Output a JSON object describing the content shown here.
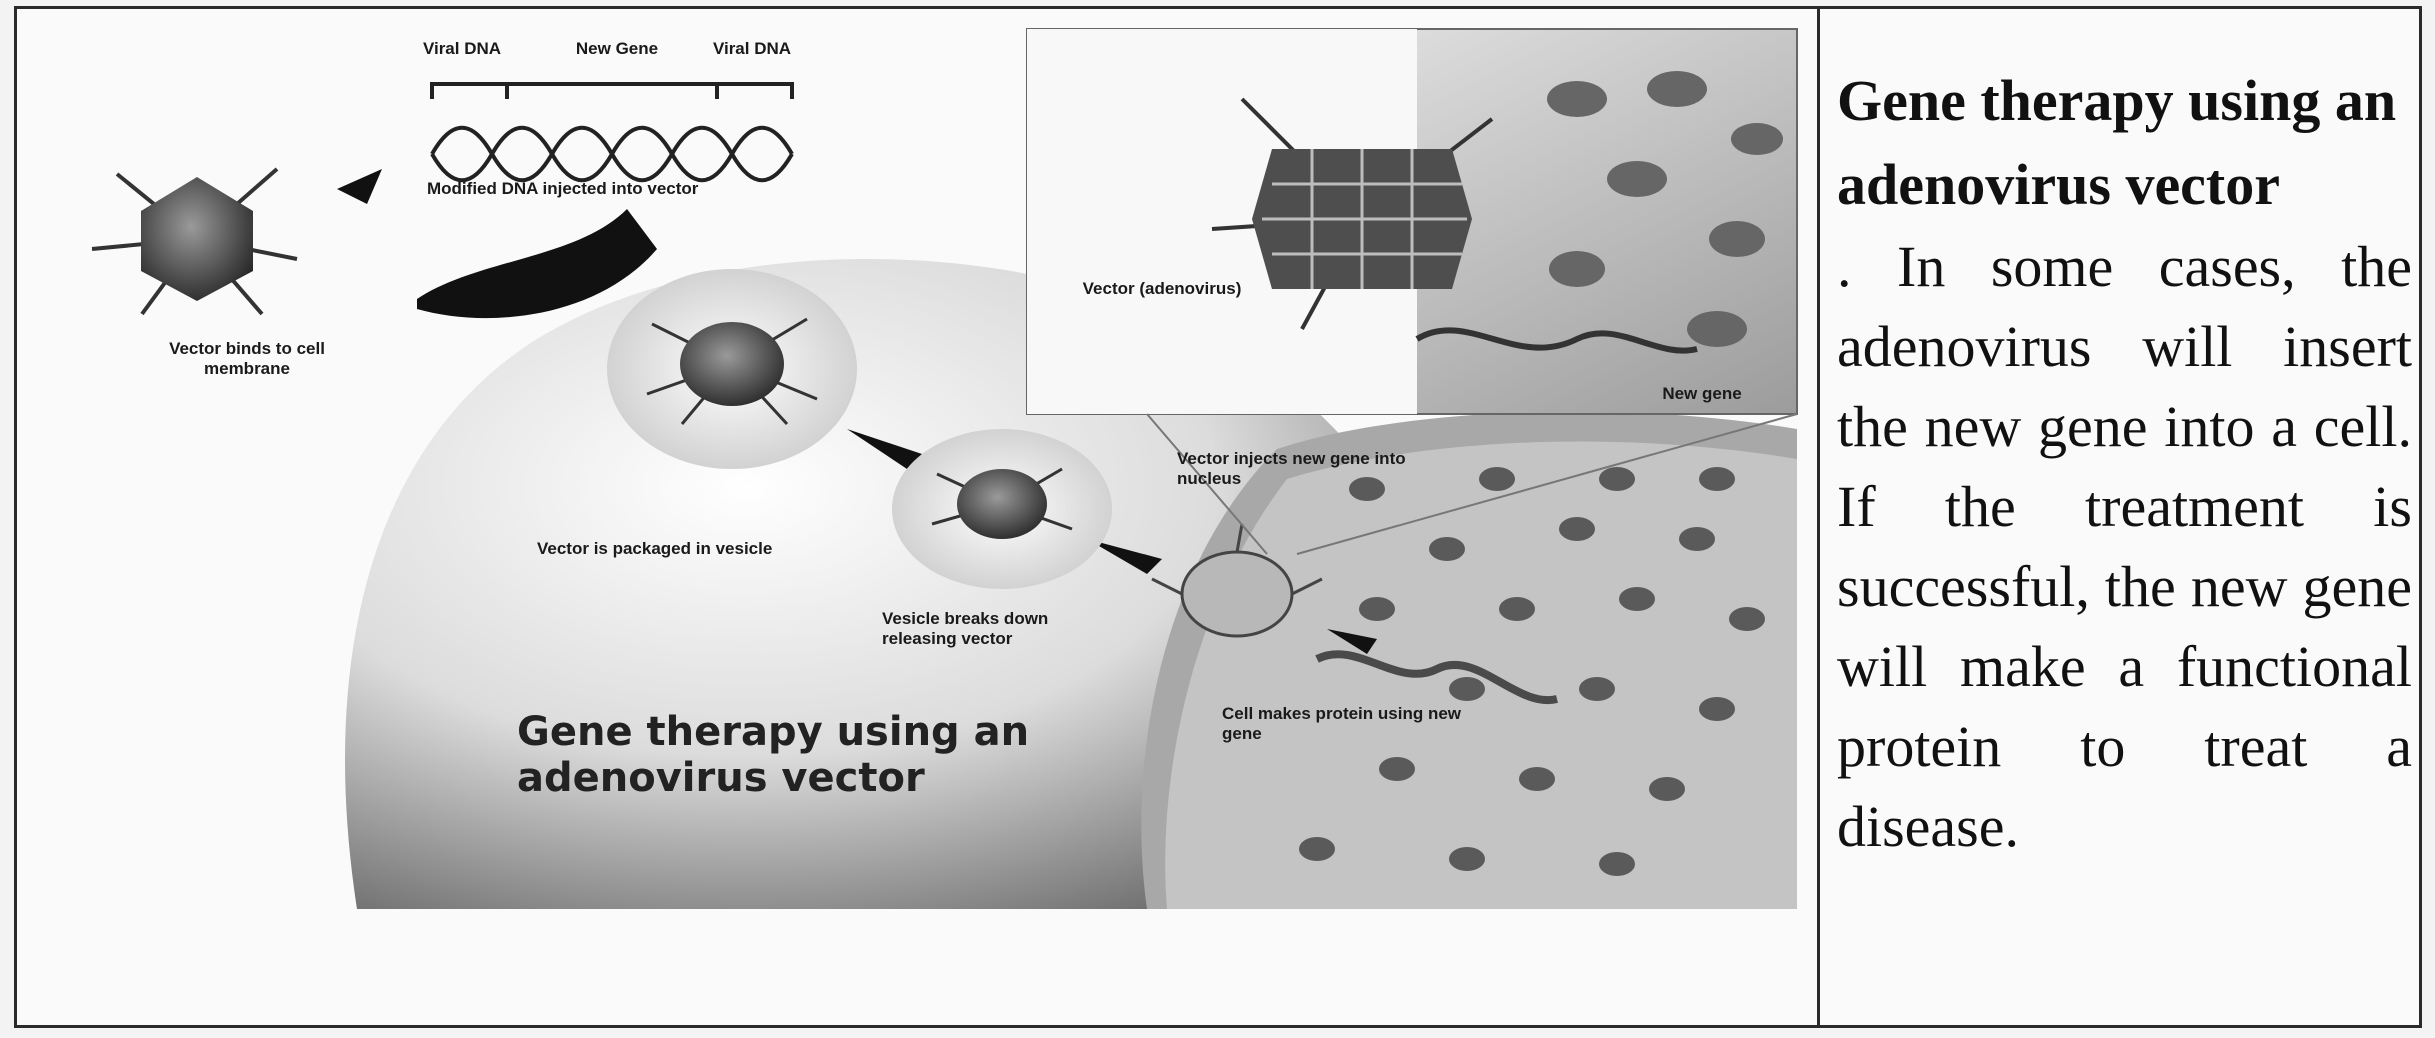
{
  "caption": {
    "title": "Gene therapy using an adenovirus vector",
    "body": ". In some cases, the adenovirus will insert the new gene into a cell. If the treatment is successful, the new gene will make a functional protein to treat a disease."
  },
  "figure": {
    "title": "Gene therapy using an adenovirus vector",
    "labels": {
      "viral_dna_left": "Viral DNA",
      "new_gene_top": "New Gene",
      "viral_dna_right": "Viral DNA",
      "modified_dna": "Modified DNA injected into vector",
      "vector_binds": "Vector binds to cell membrane",
      "vector_packaged": "Vector is packaged in vesicle",
      "vesicle_breaks": "Vesicle breaks down releasing vector",
      "vector_injects": "Vector injects new gene into nucleus",
      "cell_makes_protein": "Cell makes protein using new gene",
      "vector_adenovirus": "Vector (adenovirus)",
      "new_gene_inset": "New gene"
    }
  }
}
